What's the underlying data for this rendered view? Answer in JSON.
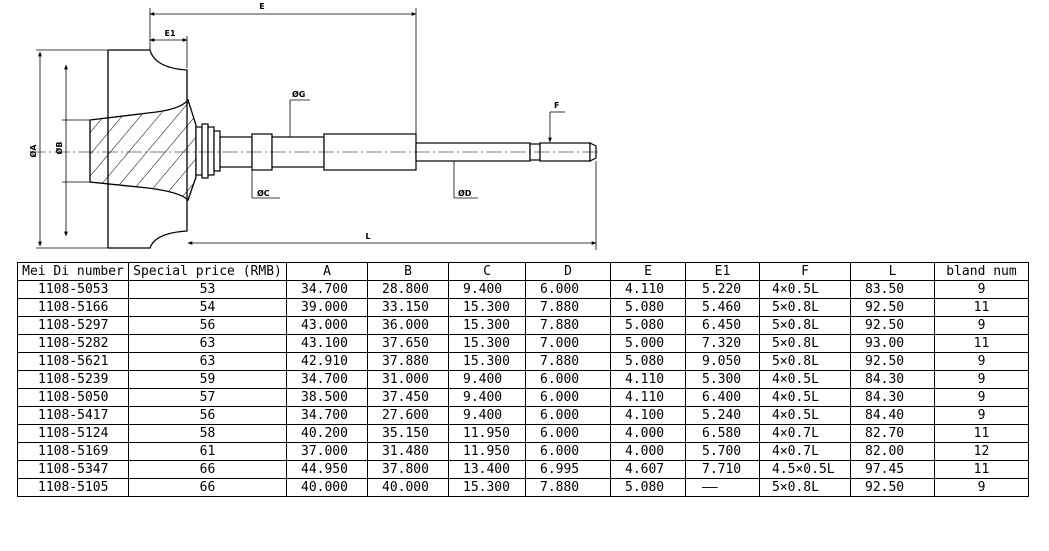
{
  "drawing": {
    "labels": {
      "E": "E",
      "E1": "E1",
      "A": "ØA",
      "B": "ØB",
      "G": "ØG",
      "C": "ØC",
      "D": "ØD",
      "F": "F",
      "L": "L"
    }
  },
  "table": {
    "headers": [
      "Mei Di number",
      "Special price (RMB)",
      "A",
      "B",
      "C",
      "D",
      "E",
      "E1",
      "F",
      "L",
      "bland num"
    ],
    "rows": [
      [
        "1108-5053",
        "53",
        "34.700",
        "28.800",
        "9.400",
        "6.000",
        "4.110",
        "5.220",
        "4×0.5L",
        "83.50",
        "9"
      ],
      [
        "1108-5166",
        "54",
        "39.000",
        "33.150",
        "15.300",
        "7.880",
        "5.080",
        "5.460",
        "5×0.8L",
        "92.50",
        "11"
      ],
      [
        "1108-5297",
        "56",
        "43.000",
        "36.000",
        "15.300",
        "7.880",
        "5.080",
        "6.450",
        "5×0.8L",
        "92.50",
        "9"
      ],
      [
        "1108-5282",
        "63",
        "43.100",
        "37.650",
        "15.300",
        "7.000",
        "5.000",
        "7.320",
        "5×0.8L",
        "93.00",
        "11"
      ],
      [
        "1108-5621",
        "63",
        "42.910",
        "37.880",
        "15.300",
        "7.880",
        "5.080",
        "9.050",
        "5×0.8L",
        "92.50",
        "9"
      ],
      [
        "1108-5239",
        "59",
        "34.700",
        "31.000",
        "9.400",
        "6.000",
        "4.110",
        "5.300",
        "4×0.5L",
        "84.30",
        "9"
      ],
      [
        "1108-5050",
        "57",
        "38.500",
        "37.450",
        "9.400",
        "6.000",
        "4.110",
        "6.400",
        "4×0.5L",
        "84.30",
        "9"
      ],
      [
        "1108-5417",
        "56",
        "34.700",
        "27.600",
        "9.400",
        "6.000",
        "4.100",
        "5.240",
        "4×0.5L",
        "84.40",
        "9"
      ],
      [
        "1108-5124",
        "58",
        "40.200",
        "35.150",
        "11.950",
        "6.000",
        "4.000",
        "6.580",
        "4×0.7L",
        "82.70",
        "11"
      ],
      [
        "1108-5169",
        "61",
        "37.000",
        "31.480",
        "11.950",
        "6.000",
        "4.000",
        "5.700",
        "4×0.7L",
        "82.00",
        "12"
      ],
      [
        "1108-5347",
        "66",
        "44.950",
        "37.800",
        "13.400",
        "6.995",
        "4.607",
        "7.710",
        "4.5×0.5L",
        "97.45",
        "11"
      ],
      [
        "1108-5105",
        "66",
        "40.000",
        "40.000",
        "15.300",
        "7.880",
        "5.080",
        "——",
        "5×0.8L",
        "92.50",
        "9"
      ]
    ]
  }
}
